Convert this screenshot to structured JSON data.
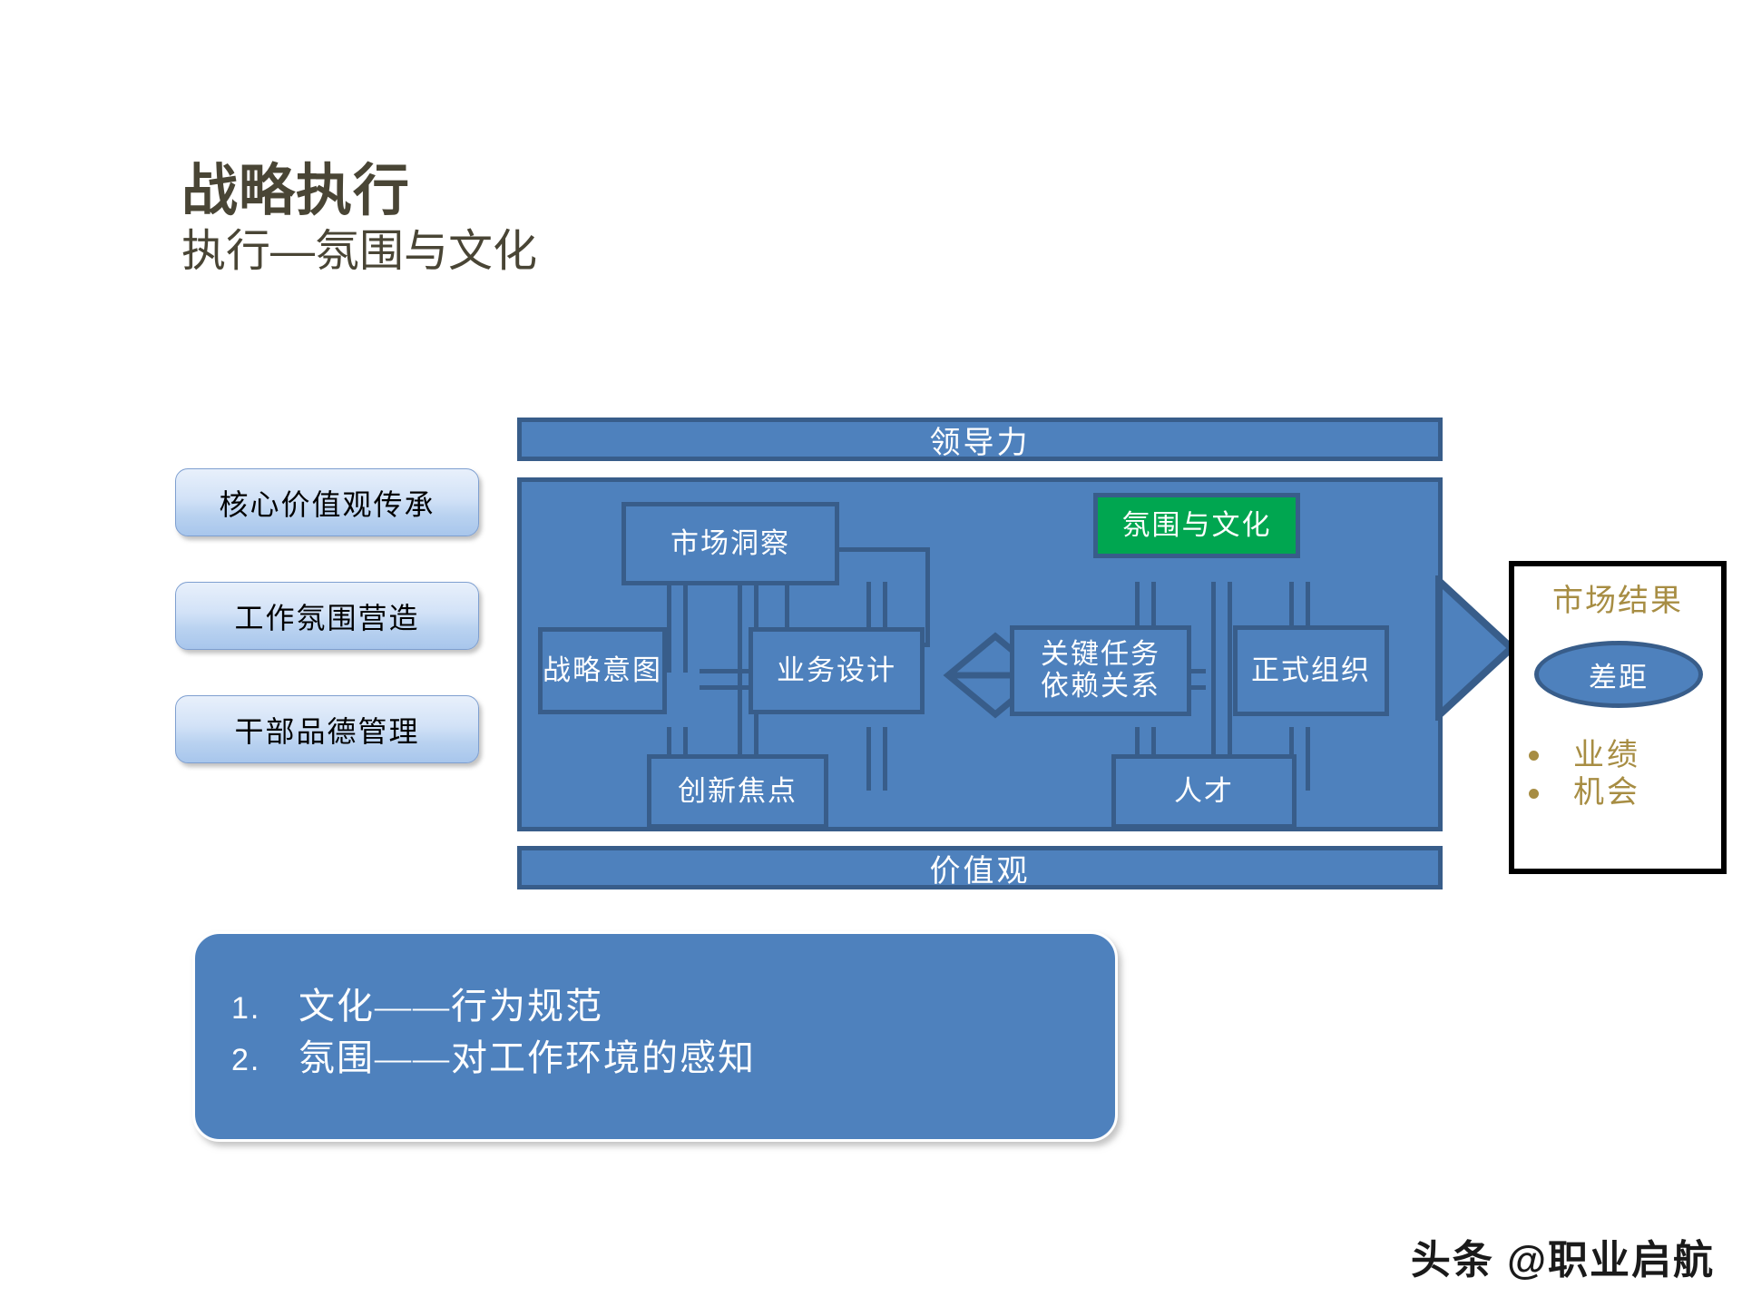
{
  "slide": {
    "title": "战略执行",
    "subtitle": "执行—氛围与文化",
    "title_color": "#494535",
    "background": "#ffffff"
  },
  "left_pills": [
    {
      "label": "核心价值观传承"
    },
    {
      "label": "工作氛围营造"
    },
    {
      "label": "干部品德管理"
    }
  ],
  "blm": {
    "leadership_band": "领导力",
    "values_band": "价值观",
    "fill_color": "#4e81bd",
    "border_color": "#385d8a",
    "highlight_color": "#00a650",
    "nodes": [
      {
        "id": "market-insight",
        "label": "市场洞察",
        "highlight": false
      },
      {
        "id": "ghost-box",
        "label": "",
        "highlight": false
      },
      {
        "id": "strategic-intent",
        "label": "战略意图",
        "highlight": false
      },
      {
        "id": "business-design",
        "label": "业务设计",
        "highlight": false
      },
      {
        "id": "innovation-focus",
        "label": "创新焦点",
        "highlight": false
      },
      {
        "id": "atmosphere-culture",
        "label": "氛围与文化",
        "highlight": true
      },
      {
        "id": "key-task-dependency",
        "label": "关键任务\n依赖关系",
        "highlight": false
      },
      {
        "id": "formal-organization",
        "label": "正式组织",
        "highlight": false
      },
      {
        "id": "talent",
        "label": "人才",
        "highlight": false
      }
    ]
  },
  "market_result": {
    "title": "市场结果",
    "ellipse_label": "差距",
    "accent_color": "#a78d43",
    "bullets": [
      "业绩",
      "机会"
    ]
  },
  "notes": [
    {
      "num": "1.",
      "text": "文化——行为规范"
    },
    {
      "num": "2.",
      "text": "氛围——对工作环境的感知"
    }
  ],
  "watermark": "头条 @职业启航"
}
